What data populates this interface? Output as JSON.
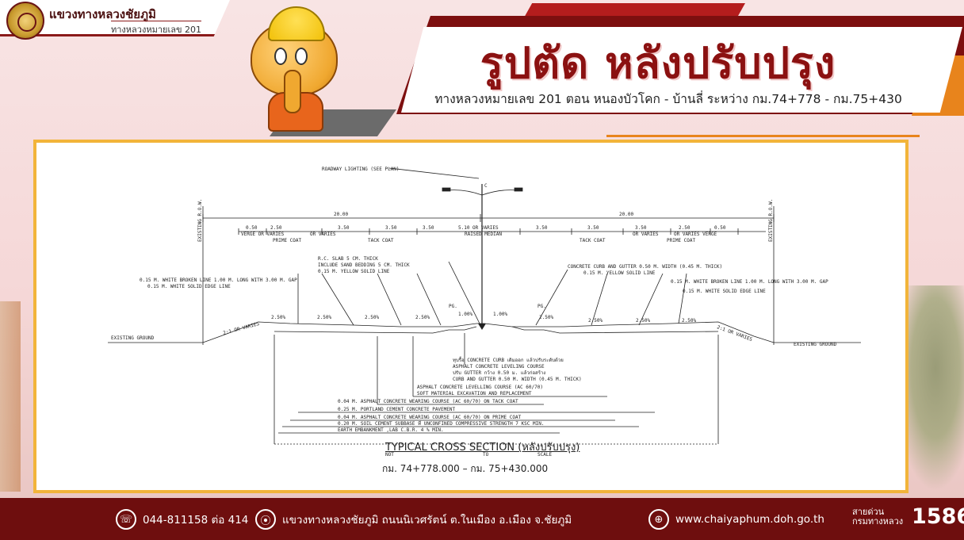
{
  "header": {
    "logo_title": "แขวงทางหลวงชัยภูมิ",
    "logo_subtitle": "ทางหลวงหมายเลข 201",
    "title": "รูปตัด หลังปรับปรุง",
    "subtitle": "ทางหลวงหมายเลข 201 ตอน หนองบัวโคก - บ้านลี่ ระหว่าง กม.74+778 - กม.75+430"
  },
  "diagram": {
    "lighting": "ROADWAY LIGHTING (SEE PLAN)",
    "cl": "C",
    "dim_left_total": "20.00",
    "dim_right_total": "20.00",
    "row_left": [
      "0.50",
      "2.50",
      "3.50",
      "3.50",
      "3.50",
      "5.10 OR VARIES"
    ],
    "row_right": [
      "3.50",
      "3.50",
      "3.50",
      "2.50",
      "0.50"
    ],
    "verge_left": "VERGE OR VARIES",
    "or_varies_left": "OR VARIES",
    "raised_median": "RAISED MEDIAN",
    "or_varies_right": "OR VARIES",
    "verge_right": "OR VARIES VERGE",
    "prime_coat_left": "PRIME COAT",
    "tack_coat_left": "TACK COAT",
    "tack_coat_right": "TACK COAT",
    "prime_coat_right": "PRIME COAT",
    "row_left_label": "EXISTING R.O.W.",
    "row_right_label": "EXISTING R.O.W.",
    "slab": "R.C. SLAB 5 CM. THICK",
    "sand": "INCLUDE SAND BEDDING 5 CM. THICK",
    "yellow_left": "0.15 M. YELLOW SOLID LINE",
    "broken_left": "0.15 M. WHITE BROKEN LINE 1.00 M. LONG WITH 3.00 M. GAP",
    "edge_left": "0.15 M. WHITE SOLID EDGE LINE",
    "curb_right": "CONCRETE CURB AND GUTTER 0.50 M. WIDTH (0.45 M. THICK)",
    "yellow_right": "0.15 M. YELLOW SOLID LINE",
    "broken_right": "0.15 M. WHITE BROKEN LINE 1.00 M. LONG WITH 3.00 M. GAP",
    "edge_right": "0.15 M. WHITE SOLID EDGE LINE",
    "pg_left": "PG.",
    "pg_right": "PG.",
    "slope_left": "2:1 OR VARIES",
    "slope_right": "2:1 OR VARIES",
    "pct_left": [
      "2.50%",
      "2.50%",
      "2.50%",
      "2.50%"
    ],
    "pct_mid_left": "1.00%",
    "pct_mid_right": "1.00%",
    "pct_right": [
      "2.50%",
      "2.50%",
      "2.50%",
      "2.50%"
    ],
    "ground_left": "EXISTING GROUND",
    "ground_right": "EXISTING GROUND",
    "notes": [
      "ทุบรื้อ CONCRETE CURB เดิมออก แล้วปรับระดับด้วย",
      "ASPHALT CONCRETE LEVELING COURSE",
      "ปรับ GUTTER กว้าง 0.50 ม. แล้วก่อสร้าง",
      "CURB AND GUTTER 0.50 M. WIDTH (0.45 M. THICK)",
      "ASPHALT CONCRETE LEVELLING COURSE (AC 60/70)",
      "SOFT MATERIAL EXCAVATION AND REPLACEMENT",
      "0.04 M. ASPHALT CONCRETE WEARING COURSE (AC 60/70) ON TACK COAT",
      "0.25 M. PORTLAND CEMENT CONCRETE PAVEMENT",
      "0.04 M. ASPHALT CONCRETE WEARING COURSE (AC 60/70) ON PRIME COAT",
      "0.20 M. SOIL CEMENT SUBBASE ที่ UNCONFINED COMPRESSIVE STRENGTH 7 KSC MIN.",
      "EARTH EMBANKMENT ,LAB C.B.R. 4 % MIN."
    ],
    "caption_title": "TYPICAL CROSS SECTION  (หลังปรับปรุง)",
    "caption_not": "NOT",
    "caption_to": "TO",
    "caption_scale": "SCALE",
    "caption_km": "กม. 74+778.000  –  กม. 75+430.000"
  },
  "footer": {
    "phone": "044-811158 ต่อ 414",
    "address": "แขวงทางหลวงชัยภูมิ ถนนนิเวศรัตน์  ต.ในเมือง อ.เมือง จ.ชัยภูมิ",
    "website": "www.chaiyaphum.doh.go.th",
    "hotline_label_1": "สายด่วน",
    "hotline_label_2": "กรมทางหลวง",
    "hotline_number": "1586",
    "phone_icon": "☏",
    "pin_icon": "⦿",
    "globe_icon": "⊕"
  },
  "colors": {
    "brand": "#8b1111",
    "footer": "#6e0e0e",
    "accent": "#e8841c",
    "frame": "#f2b43a"
  }
}
